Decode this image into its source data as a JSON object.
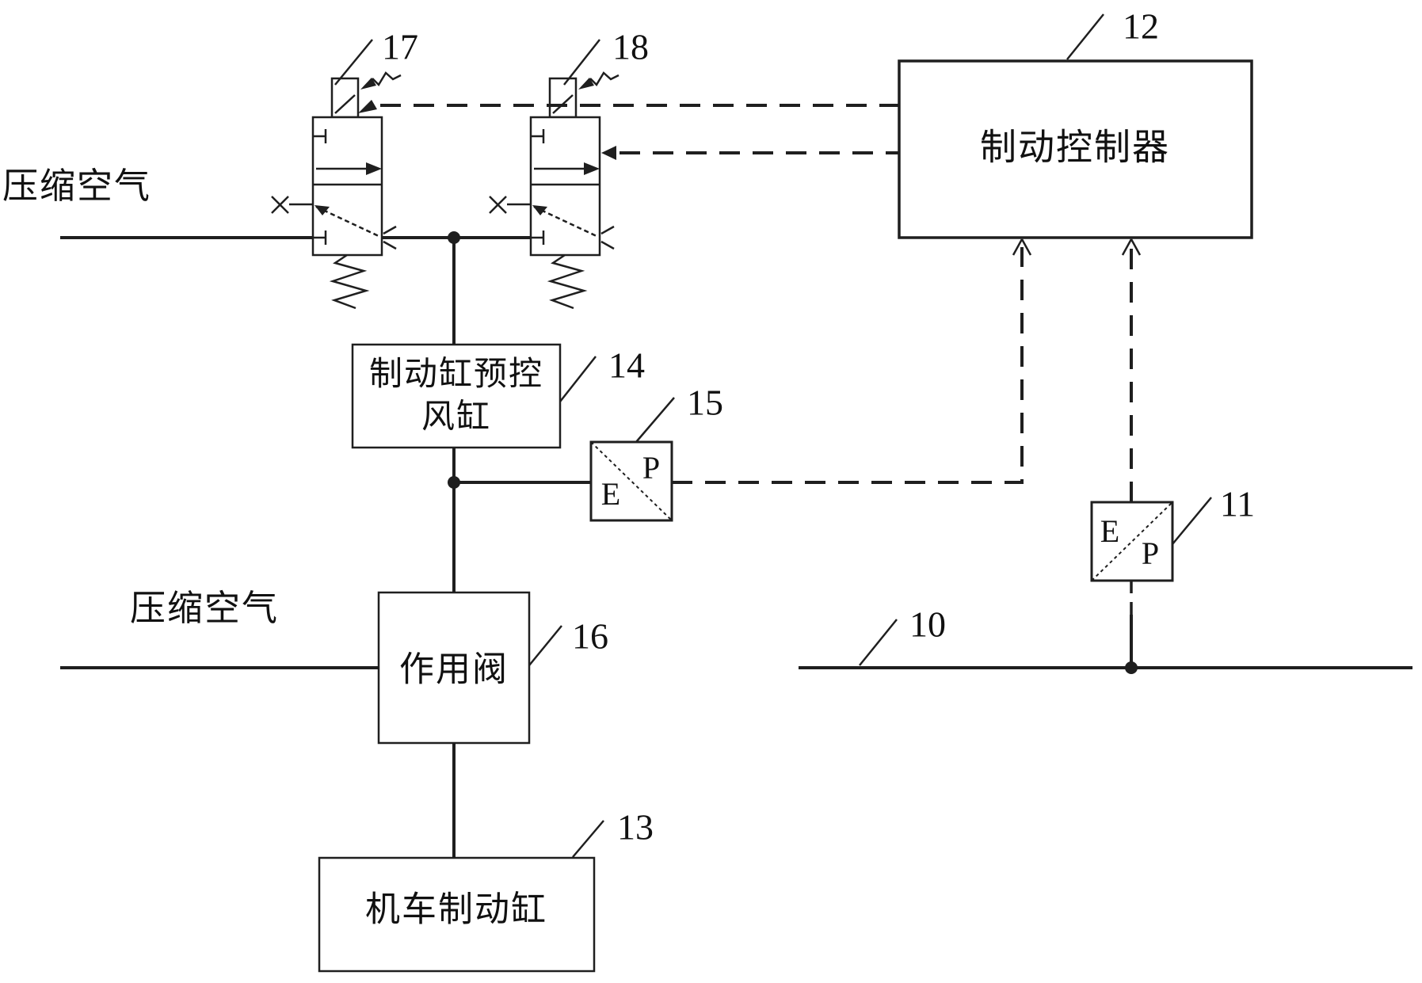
{
  "figure": {
    "type": "patent-pneumatic-brake-schematic",
    "background": "#ffffff",
    "ink": "#1f1f1f"
  },
  "texts": {
    "compressed_air_top": "压缩空气",
    "compressed_air_bottom": "压缩空气"
  },
  "components": {
    "main_pipe_10": {
      "ref": "10"
    },
    "ep_valve_11": {
      "ref": "11",
      "e": "E",
      "p": "P"
    },
    "brake_controller_12": {
      "ref": "12",
      "label": "制动控制器"
    },
    "brake_cylinder_13": {
      "ref": "13",
      "label": "机车制动缸"
    },
    "precontrol_reservoir_14": {
      "ref": "14",
      "label_line1": "制动缸预控",
      "label_line2": "风缸"
    },
    "ep_valve_15": {
      "ref": "15",
      "e": "E",
      "p": "P"
    },
    "acting_valve_16": {
      "ref": "16",
      "label": "作用阀"
    },
    "solenoid_valve_17": {
      "ref": "17"
    },
    "solenoid_valve_18": {
      "ref": "18"
    }
  }
}
